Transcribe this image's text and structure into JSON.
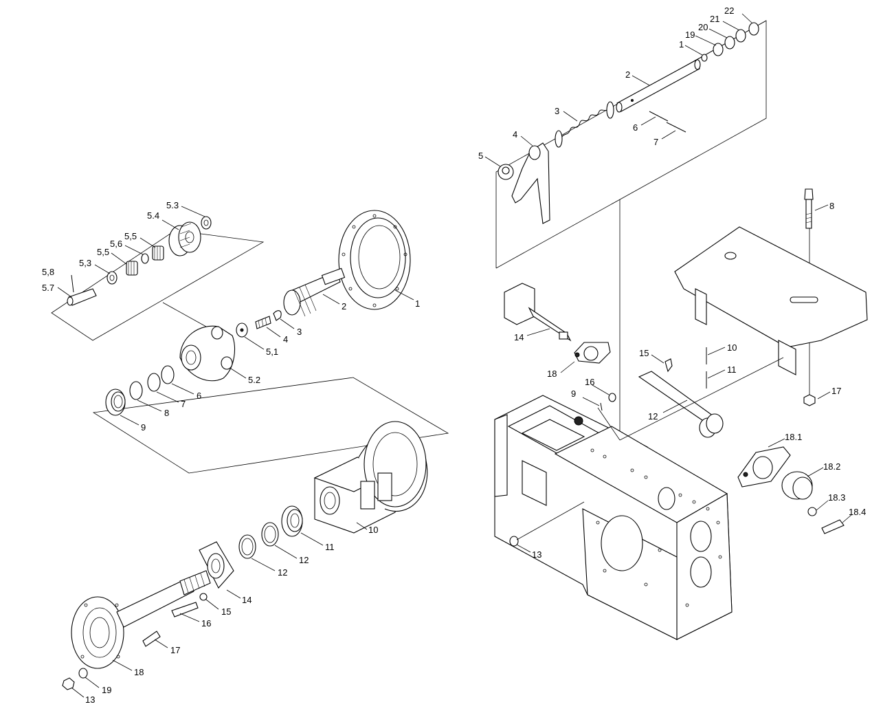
{
  "diagram": {
    "left_assembly_labels": [
      {
        "id": "l-5-3a",
        "text": "5.3"
      },
      {
        "id": "l-5-4",
        "text": "5.4"
      },
      {
        "id": "l-5-5a",
        "text": "5,5"
      },
      {
        "id": "l-5-6",
        "text": "5,6"
      },
      {
        "id": "l-5-5b",
        "text": "5,5"
      },
      {
        "id": "l-5-3b",
        "text": "5,3"
      },
      {
        "id": "l-5-8",
        "text": "5,8"
      },
      {
        "id": "l-5-7",
        "text": "5.7"
      },
      {
        "id": "l-1",
        "text": "1"
      },
      {
        "id": "l-2",
        "text": "2"
      },
      {
        "id": "l-3",
        "text": "3"
      },
      {
        "id": "l-4",
        "text": "4"
      },
      {
        "id": "l-5-1",
        "text": "5,1"
      },
      {
        "id": "l-5-2",
        "text": "5.2"
      },
      {
        "id": "l-6",
        "text": "6"
      },
      {
        "id": "l-7",
        "text": "7"
      },
      {
        "id": "l-8",
        "text": "8"
      },
      {
        "id": "l-9",
        "text": "9"
      },
      {
        "id": "l-10",
        "text": "10"
      },
      {
        "id": "l-11",
        "text": "11"
      },
      {
        "id": "l-12a",
        "text": "12"
      },
      {
        "id": "l-12b",
        "text": "12"
      },
      {
        "id": "l-14",
        "text": "14"
      },
      {
        "id": "l-15",
        "text": "15"
      },
      {
        "id": "l-16",
        "text": "16"
      },
      {
        "id": "l-17",
        "text": "17"
      },
      {
        "id": "l-18",
        "text": "18"
      },
      {
        "id": "l-19",
        "text": "19"
      },
      {
        "id": "l-13",
        "text": "13"
      }
    ],
    "right_assembly_labels": [
      {
        "id": "r-22",
        "text": "22"
      },
      {
        "id": "r-21",
        "text": "21"
      },
      {
        "id": "r-20",
        "text": "20"
      },
      {
        "id": "r-19",
        "text": "19"
      },
      {
        "id": "r-1",
        "text": "1"
      },
      {
        "id": "r-2",
        "text": "2"
      },
      {
        "id": "r-3",
        "text": "3"
      },
      {
        "id": "r-6",
        "text": "6"
      },
      {
        "id": "r-7",
        "text": "7"
      },
      {
        "id": "r-4",
        "text": "4"
      },
      {
        "id": "r-5",
        "text": "5"
      },
      {
        "id": "r-8",
        "text": "8"
      },
      {
        "id": "r-14",
        "text": "14"
      },
      {
        "id": "r-15",
        "text": "15"
      },
      {
        "id": "r-10",
        "text": "10"
      },
      {
        "id": "r-11",
        "text": "11"
      },
      {
        "id": "r-18",
        "text": "18"
      },
      {
        "id": "r-16",
        "text": "16"
      },
      {
        "id": "r-9",
        "text": "9"
      },
      {
        "id": "r-17",
        "text": "17"
      },
      {
        "id": "r-12",
        "text": "12"
      },
      {
        "id": "r-18-1",
        "text": "18.1"
      },
      {
        "id": "r-18-2",
        "text": "18.2"
      },
      {
        "id": "r-18-3",
        "text": "18.3"
      },
      {
        "id": "r-18-4",
        "text": "18.4"
      },
      {
        "id": "r-13",
        "text": "13"
      }
    ]
  }
}
